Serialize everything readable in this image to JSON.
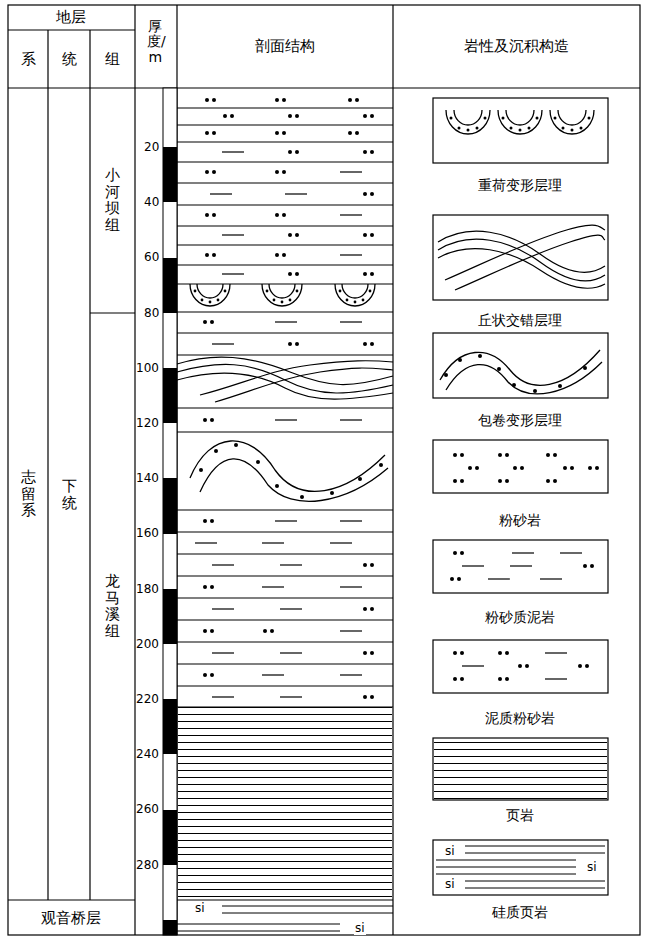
{
  "diagram": {
    "labels": [
      "地层",
      "系",
      "统",
      "组",
      "厚度/m",
      "剖面结构",
      "岩性及沉积构造",
      "志留系",
      "下统",
      "小河坝组",
      "龙马溪组",
      "观音桥层",
      "20",
      "40",
      "60",
      "80",
      "100",
      "120",
      "140",
      "160",
      "180",
      "200",
      "220",
      "240",
      "260",
      "280",
      "si",
      "si",
      "si",
      "si",
      "si"
    ],
    "legend": [
      {
        "text": "重荷变形层理"
      },
      {
        "text": "丘状交错层理"
      },
      {
        "text": "包卷变形层理"
      },
      {
        "text": "粉砂岩"
      },
      {
        "text": "粉砂质泥岩"
      },
      {
        "text": "泥质粉砂岩"
      },
      {
        "text": "页岩"
      },
      {
        "text": "硅质页岩"
      }
    ]
  }
}
